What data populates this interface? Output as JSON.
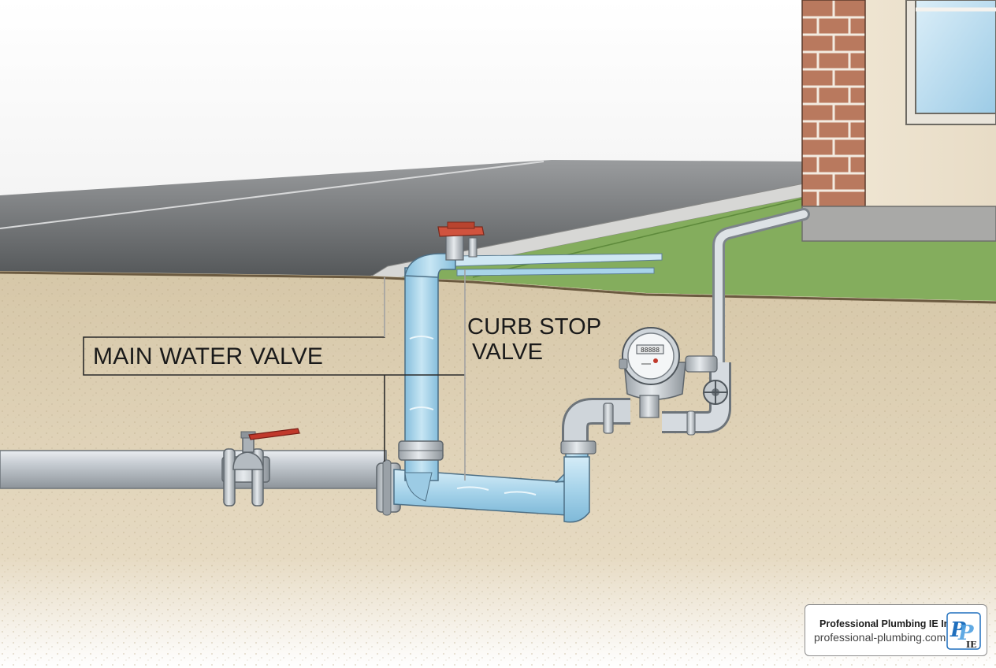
{
  "labels": {
    "main_water_valve": "MAIN WATER VALVE",
    "curb_stop_line1": "CURB STOP",
    "curb_stop_line2": "VALVE"
  },
  "meter_display": "88888",
  "branding": {
    "company": "Professional Plumbing IE Inc.",
    "url": "professional-plumbing.com",
    "logo_text": "PP IE"
  },
  "colors": {
    "soil": "#e3d6bb",
    "road": "#5f6163",
    "grass": "#7fa85a",
    "brick": "#b9795e",
    "pipe_steel": "#b8bec4",
    "water": "#a8d4ea",
    "curb_cap": "#d0533e",
    "valve_handle": "#c0392b",
    "logo_blue": "#1f6fbd"
  }
}
